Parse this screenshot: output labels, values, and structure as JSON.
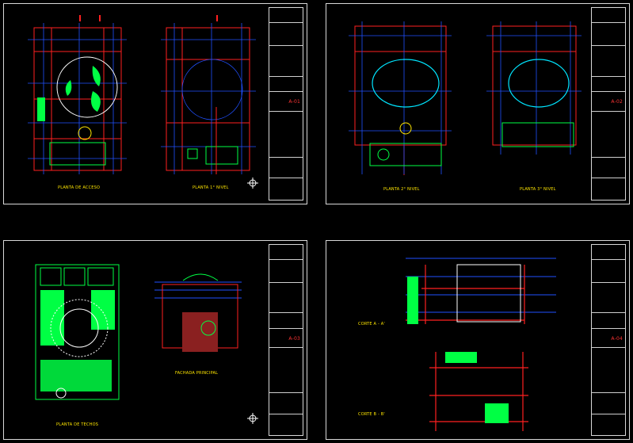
{
  "colors": {
    "background": "#000000",
    "border": "#d8d8d8",
    "wall": "#ff2020",
    "green": "#00ff44",
    "blue": "#2050ff",
    "yellow": "#ffe600",
    "cyan": "#00e5ff"
  },
  "sheets": [
    {
      "id": "A-01",
      "labels": [
        "PLANTA DE ACCESO",
        "PLANTA 1° NIVEL"
      ],
      "sheet_no": "A-01"
    },
    {
      "id": "A-02",
      "labels": [
        "PLANTA 2° NIVEL",
        "PLANTA 3° NIVEL"
      ],
      "sheet_no": "A-02"
    },
    {
      "id": "A-03",
      "labels": [
        "PLANTA DE TECHOS",
        "FACHADA PRINCIPAL"
      ],
      "sheet_no": "A-03"
    },
    {
      "id": "A-04",
      "labels": [
        "CORTE A - A'",
        "CORTE B - B'"
      ],
      "sheet_no": "A-04"
    }
  ],
  "icons": {
    "north": "north-arrow-icon"
  }
}
